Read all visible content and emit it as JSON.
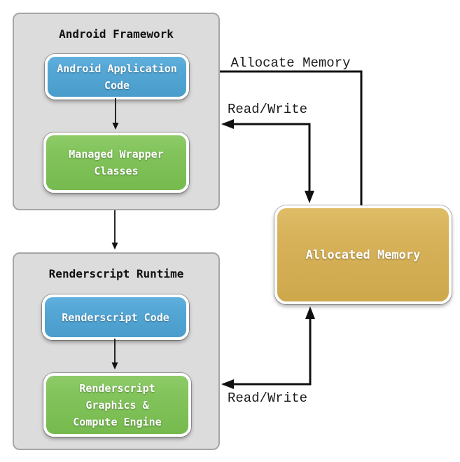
{
  "colors": {
    "container": "#dcdcdc",
    "container_border": "#a6a6a6",
    "blue": "#55a7d6",
    "green": "#83c45c",
    "gold": "#d7b25a",
    "arrow": "#111111",
    "label_text": "#1a1a1a",
    "box_text": "#ffffff",
    "title_text": "#111111"
  },
  "android_framework": {
    "title": "Android Framework",
    "boxes": [
      {
        "label": "Android Application\nCode",
        "color": "blue"
      },
      {
        "label": "Managed Wrapper\nClasses",
        "color": "green"
      }
    ]
  },
  "renderscript_runtime": {
    "title": "Renderscript Runtime",
    "boxes": [
      {
        "label": "Renderscript Code",
        "color": "blue"
      },
      {
        "label": "Renderscript\nGraphics &\nCompute Engine",
        "color": "green"
      }
    ]
  },
  "allocated_memory": {
    "label": "Allocated Memory"
  },
  "arrow_labels": {
    "allocate_memory": "Allocate Memory",
    "read_write_top": "Read/Write",
    "read_write_bottom": "Read/Write"
  }
}
